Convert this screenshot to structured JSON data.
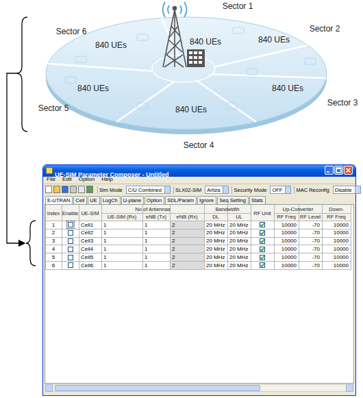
{
  "diagram": {
    "nodes": [
      {
        "text": [
          "UE-SIM Parameter Composer - Untitled"
        ]
      }
    ],
    "labels": [
      "Sector 1",
      "Sector 6",
      "Sector 2",
      "840 UEs",
      "840 UEs",
      "840 UEs",
      "Sector 5",
      "840 UEs",
      "840 UEs",
      "Sector 3",
      "840 UEs",
      "Sector 4",
      "File",
      "Edit",
      "Option",
      "Help",
      "Sim Mode",
      "C/U Combined",
      "SLX02-SIM",
      "Artiza",
      "Security Mode",
      "OFF",
      "MAC Reconfig",
      "Disable",
      "E-UTRAN",
      "Cell",
      "UE",
      "LogCh",
      "U-plane",
      "Option",
      "SDL/Param",
      "Ignore",
      "Seq Setting",
      "Stats",
      "Index",
      "Enable",
      "UE-SIM",
      "No of Antennas",
      "Bandwidth",
      "RF Unit",
      "Up-Converter",
      "Down-",
      "UE-SIM (Rx)",
      "eNB (Tx)",
      "eNB (Rx)",
      "DL",
      "UL",
      "RF Freq",
      "RF Level",
      "RF Freq",
      "1",
      "Cell1",
      "1",
      "1",
      "2",
      "20 MHz",
      "20 MHz",
      "10000",
      "-70",
      "10000",
      "2",
      "Cell2",
      "1",
      "1",
      "2",
      "20 MHz",
      "20 MHz",
      "10000",
      "-70",
      "10000",
      "3",
      "Cell3",
      "1",
      "1",
      "2",
      "20 MHz",
      "20 MHz",
      "10000",
      "-70",
      "10000",
      "4",
      "Cell4",
      "1",
      "1",
      "2",
      "20 MHz",
      "20 MHz",
      "10000",
      "-70",
      "10000",
      "5",
      "Cell5",
      "1",
      "1",
      "2",
      "20 MHz",
      "20 MHz",
      "10000",
      "-70",
      "10000",
      "6",
      "Cell6",
      "1",
      "1",
      "2",
      "20 MHz",
      "20 MHz",
      "10000",
      "-70",
      "10000"
    ]
  }
}
